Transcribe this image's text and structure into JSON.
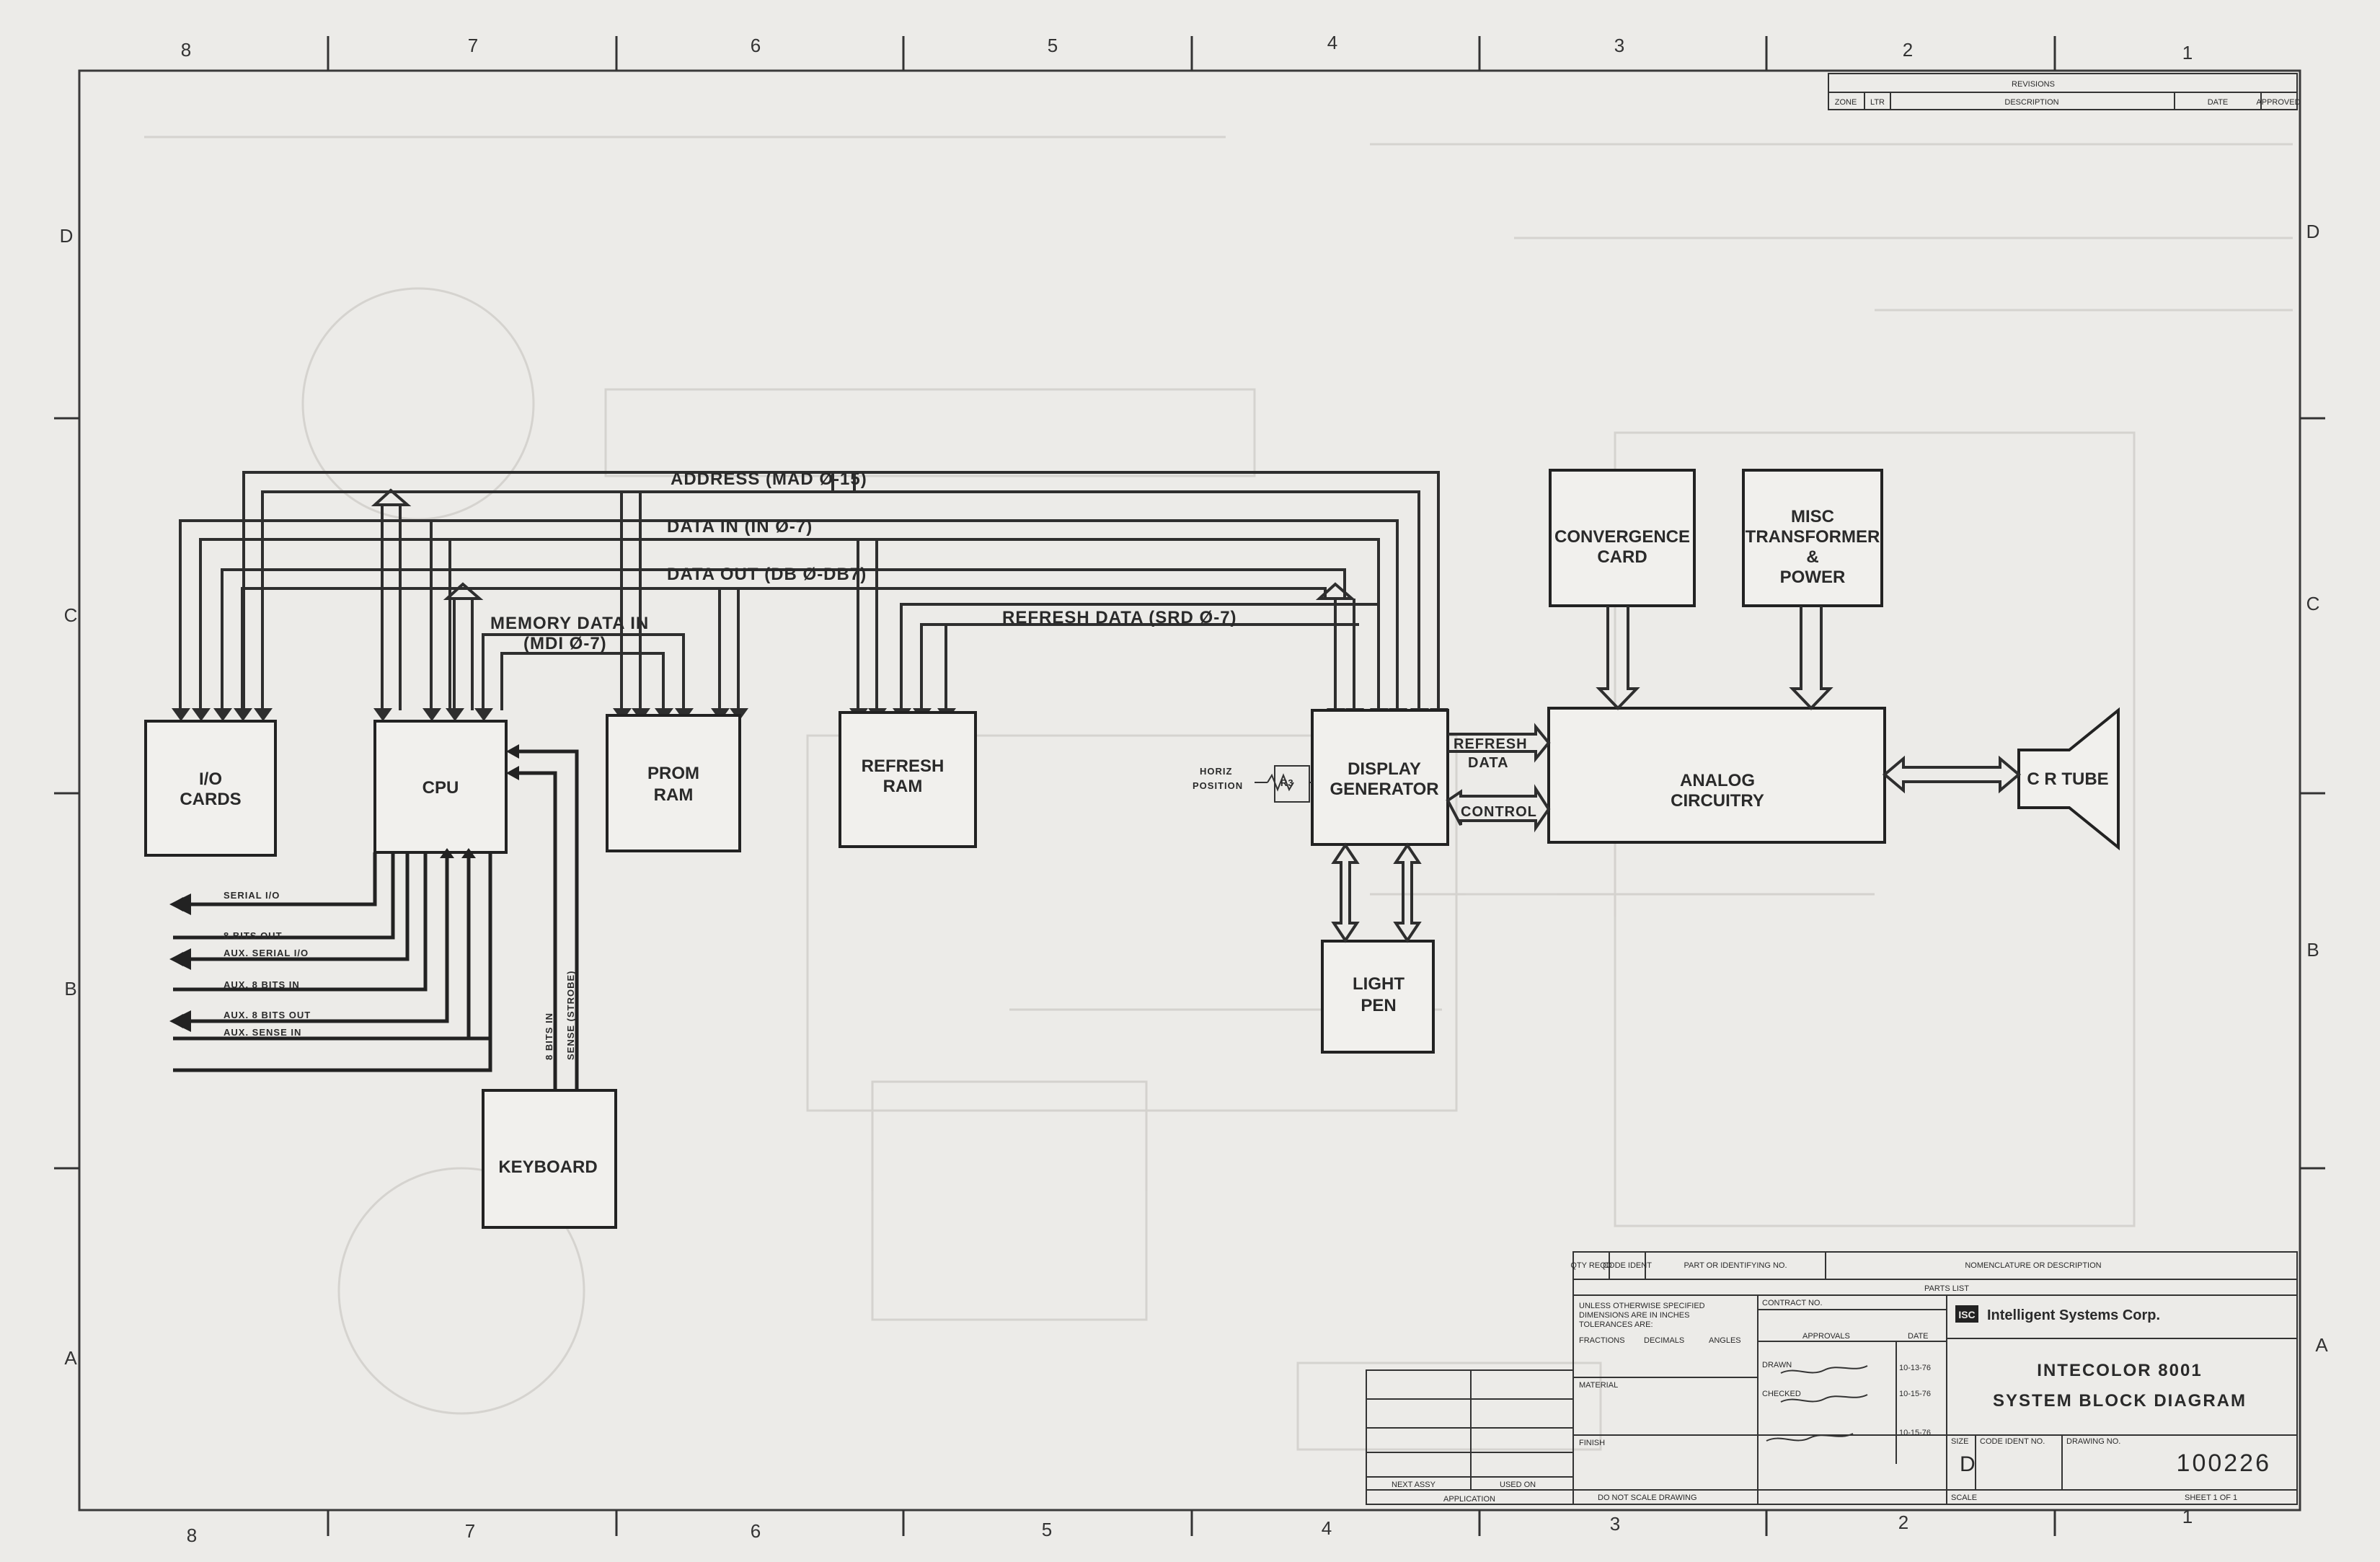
{
  "zones_top": [
    "8",
    "7",
    "6",
    "5",
    "4",
    "3",
    "2",
    "1"
  ],
  "zones_side": [
    "D",
    "C",
    "B",
    "A"
  ],
  "revisions": {
    "title": "REVISIONS",
    "columns": [
      "ZONE",
      "LTR",
      "DESCRIPTION",
      "DATE",
      "APPROVED"
    ]
  },
  "blocks": {
    "io_cards": [
      "I/O",
      "CARDS"
    ],
    "cpu": "CPU",
    "prom_ram": [
      "PROM",
      "RAM"
    ],
    "refresh_ram": [
      "REFRESH",
      "RAM"
    ],
    "display_generator": [
      "DISPLAY",
      "GENERATOR"
    ],
    "convergence_card": [
      "CONVERGENCE",
      "CARD"
    ],
    "misc_transformer": [
      "MISC",
      "TRANSFORMER",
      "&",
      "POWER"
    ],
    "analog_circuitry": [
      "ANALOG",
      "CIRCUITRY"
    ],
    "cr_tube": "C R TUBE",
    "light_pen": [
      "LIGHT",
      "PEN"
    ],
    "keyboard": "KEYBOARD"
  },
  "bus_labels": {
    "address": "ADDRESS (MAD Ø-15)",
    "data_in": "DATA IN (IN Ø-7)",
    "data_out": "DATA OUT (DB Ø-DB7)",
    "memory_data_in": [
      "MEMORY DATA IN",
      "(MDI Ø-7)"
    ],
    "refresh_data": "REFRESH DATA (SRD Ø-7)",
    "horiz_position": [
      "HORIZ",
      "POSITION"
    ],
    "r3": "R3",
    "refresh_data_link": [
      "REFRESH",
      "DATA"
    ],
    "control": "CONTROL",
    "bits_in": "8 BITS IN",
    "sense_strobe": "SENSE (STROBE)"
  },
  "io_lines": [
    "SERIAL I/O",
    "8 BITS OUT",
    "AUX. SERIAL I/O",
    "AUX. 8 BITS IN",
    "AUX. 8 BITS OUT",
    "AUX. SENSE IN"
  ],
  "parts_list": {
    "columns": [
      "QTY REQD",
      "CODE IDENT",
      "PART OR IDENTIFYING NO.",
      "NOMENCLATURE OR DESCRIPTION"
    ],
    "title": "PARTS LIST"
  },
  "title_block": {
    "tolerances": [
      "UNLESS OTHERWISE SPECIFIED",
      "DIMENSIONS ARE IN INCHES",
      "TOLERANCES ARE:"
    ],
    "tol_heads": [
      "FRACTIONS",
      "DECIMALS",
      "ANGLES"
    ],
    "material": "MATERIAL",
    "finish": "FINISH",
    "contract_no": "CONTRACT NO.",
    "approvals": "APPROVALS",
    "date": "DATE",
    "drawn": "DRAWN",
    "checked": "CHECKED",
    "sign_dates": [
      "10-13-76",
      "10-15-76",
      "10-15-76"
    ],
    "company": "Intelligent Systems Corp.",
    "company_mark": "ISC",
    "title_lines": [
      "INTECOLOR 8001",
      "SYSTEM BLOCK DIAGRAM"
    ],
    "size_label": "SIZE",
    "size": "D",
    "code_ident_label": "CODE IDENT NO.",
    "drawing_no_label": "DRAWING NO.",
    "drawing_no": "100226",
    "scale": "SCALE",
    "sheet": "SHEET 1 OF 1",
    "next_assy": "NEXT ASSY",
    "used_on": "USED ON",
    "application": "APPLICATION",
    "do_not_scale": "DO NOT SCALE DRAWING"
  }
}
